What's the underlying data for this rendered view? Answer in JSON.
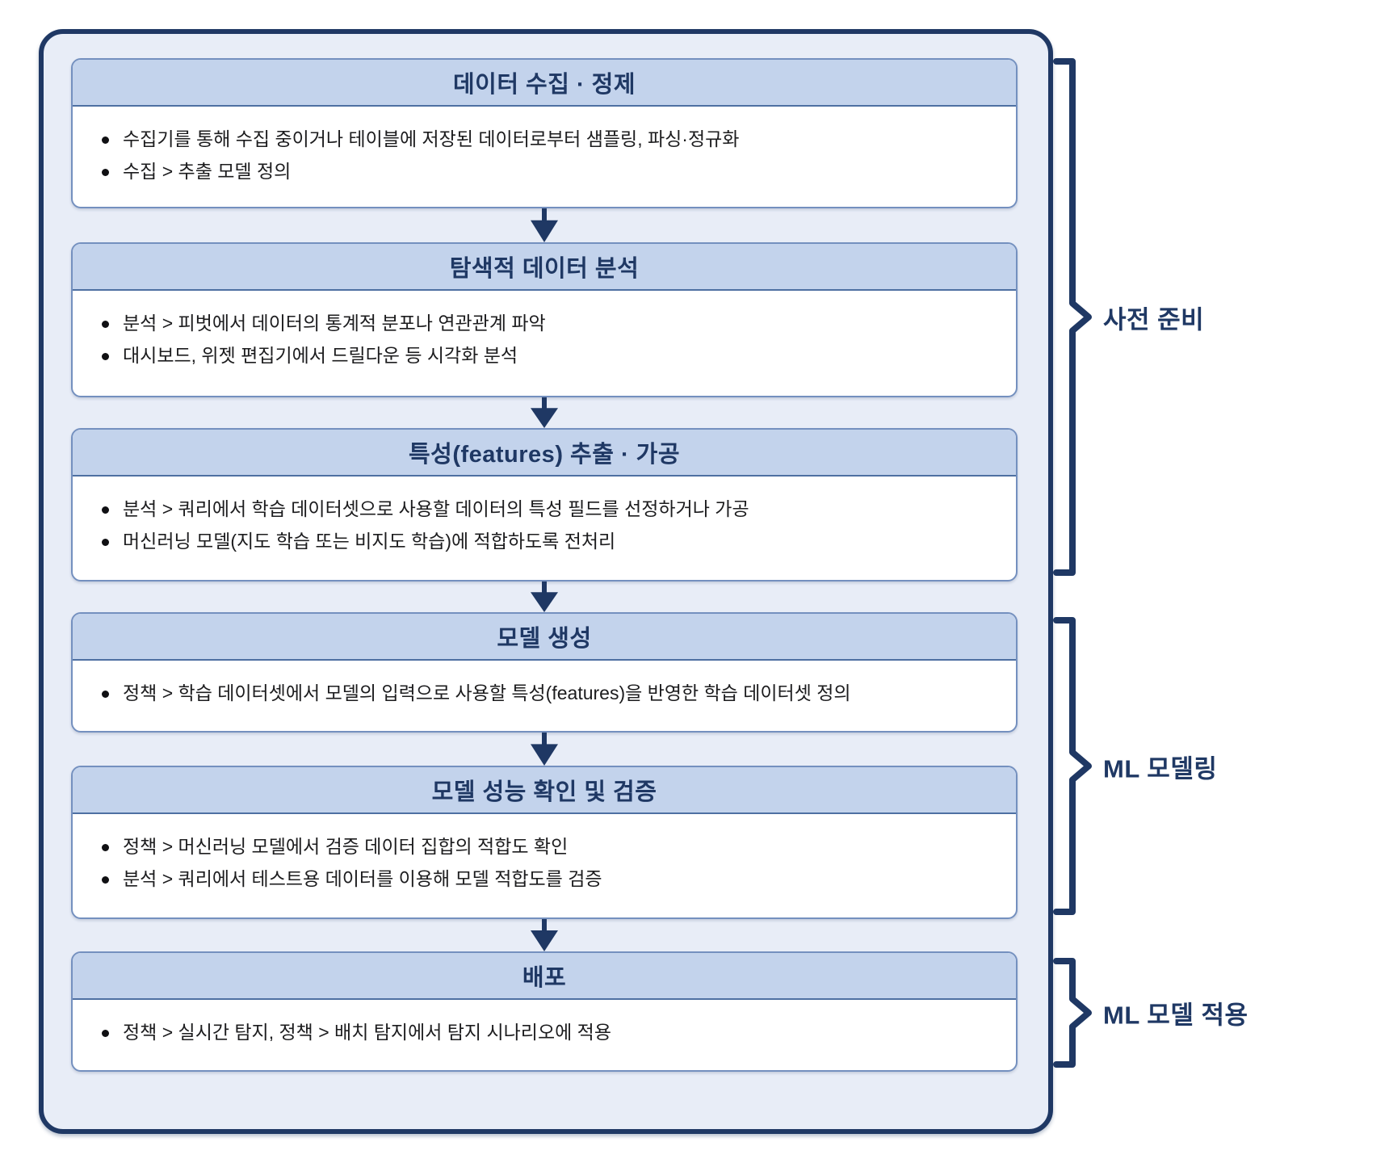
{
  "steps": [
    {
      "title": "데이터 수집 · 정제",
      "bullets": [
        "수집기를 통해 수집 중이거나 테이블에 저장된 데이터로부터 샘플링, 파싱·정규화",
        "수집 > 추출 모델 정의"
      ]
    },
    {
      "title": "탐색적 데이터 분석",
      "bullets": [
        "분석 > 피벗에서 데이터의 통계적 분포나 연관관계 파악",
        "대시보드, 위젯 편집기에서 드릴다운 등 시각화 분석"
      ]
    },
    {
      "title": "특성(features) 추출 · 가공",
      "bullets": [
        "분석 > 쿼리에서 학습 데이터셋으로 사용할 데이터의 특성 필드를 선정하거나 가공",
        "머신러닝 모델(지도 학습 또는 비지도 학습)에 적합하도록 전처리"
      ]
    },
    {
      "title": "모델 생성",
      "bullets": [
        "정책 > 학습 데이터셋에서 모델의 입력으로 사용할 특성(features)을 반영한 학습 데이터셋 정의"
      ]
    },
    {
      "title": "모델 성능 확인 및 검증",
      "bullets": [
        "정책 > 머신러닝 모델에서 검증 데이터 집합의 적합도 확인",
        "분석 > 쿼리에서 테스트용 데이터를 이용해 모델 적합도를 검증"
      ]
    },
    {
      "title": "배포",
      "bullets": [
        "정책 > 실시간 탐지, 정책 > 배치 탐지에서 탐지 시나리오에 적용"
      ]
    }
  ],
  "phases": [
    {
      "label": "사전 준비"
    },
    {
      "label": "ML 모델링"
    },
    {
      "label": "ML 모델 적용"
    }
  ],
  "icons": {
    "arrow": "arrow-down-icon",
    "bracket": "phase-bracket"
  },
  "colors": {
    "navy": "#1f3864",
    "header_bg": "#c3d3ec",
    "container_bg": "#e8edf7",
    "box_border": "#7490bf",
    "header_separator": "#4e70a2",
    "body_text": "#1c1c1e"
  }
}
